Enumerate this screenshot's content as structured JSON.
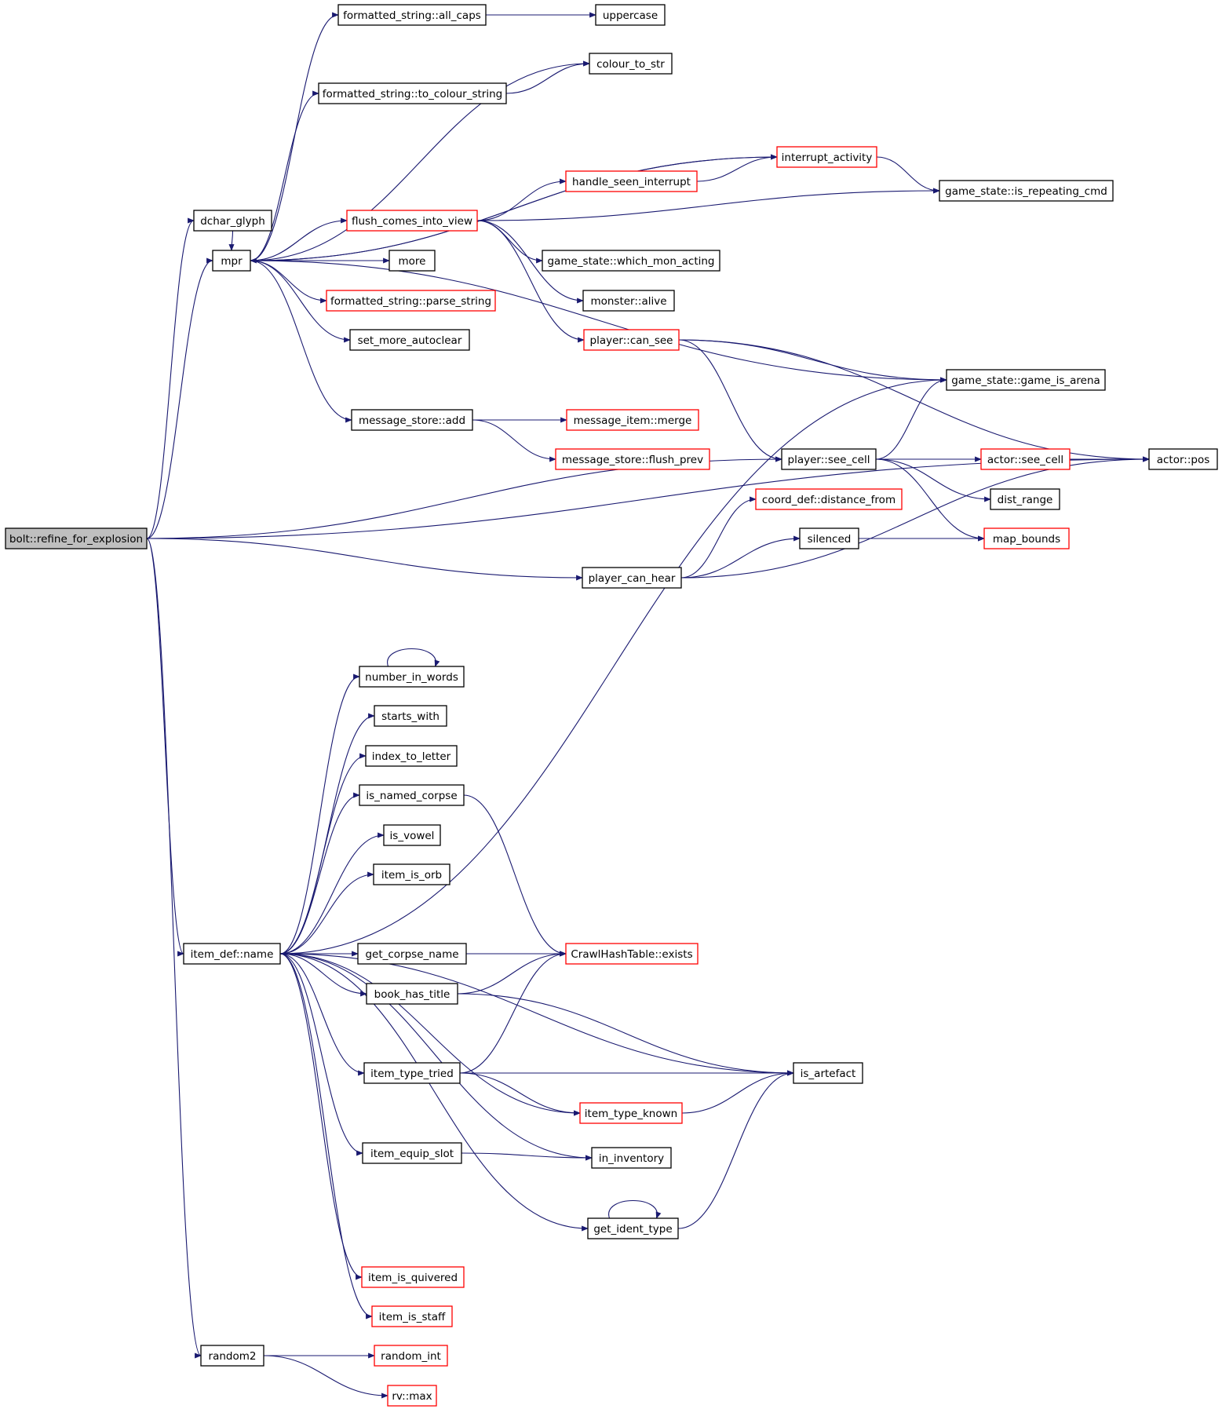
{
  "nodes": [
    {
      "id": "bolt",
      "label": "bolt::refine_for_explosion",
      "root": true
    },
    {
      "id": "dchar_glyph",
      "label": "dchar_glyph"
    },
    {
      "id": "mpr",
      "label": "mpr"
    },
    {
      "id": "all_caps",
      "label": "formatted_string::all_caps"
    },
    {
      "id": "uppercase",
      "label": "uppercase"
    },
    {
      "id": "colour_to_str",
      "label": "colour_to_str"
    },
    {
      "id": "to_colour_string",
      "label": "formatted_string::to_colour_string"
    },
    {
      "id": "interrupt_activity",
      "label": "interrupt_activity",
      "red": true
    },
    {
      "id": "handle_seen_interrupt",
      "label": "handle_seen_interrupt",
      "red": true
    },
    {
      "id": "is_repeating_cmd",
      "label": "game_state::is_repeating_cmd"
    },
    {
      "id": "flush_comes_into_view",
      "label": "flush_comes_into_view",
      "red": true
    },
    {
      "id": "more",
      "label": "more"
    },
    {
      "id": "which_mon_acting",
      "label": "game_state::which_mon_acting"
    },
    {
      "id": "parse_string",
      "label": "formatted_string::parse_string",
      "red": true
    },
    {
      "id": "monster_alive",
      "label": "monster::alive"
    },
    {
      "id": "set_more_autoclear",
      "label": "set_more_autoclear"
    },
    {
      "id": "player_can_see",
      "label": "player::can_see",
      "red": true
    },
    {
      "id": "game_is_arena",
      "label": "game_state::game_is_arena"
    },
    {
      "id": "message_store_add",
      "label": "message_store::add"
    },
    {
      "id": "message_item_merge",
      "label": "message_item::merge",
      "red": true
    },
    {
      "id": "flush_prev",
      "label": "message_store::flush_prev",
      "red": true
    },
    {
      "id": "player_see_cell",
      "label": "player::see_cell"
    },
    {
      "id": "actor_see_cell",
      "label": "actor::see_cell",
      "red": true
    },
    {
      "id": "actor_pos",
      "label": "actor::pos"
    },
    {
      "id": "distance_from",
      "label": "coord_def::distance_from",
      "red": true
    },
    {
      "id": "dist_range",
      "label": "dist_range"
    },
    {
      "id": "silenced",
      "label": "silenced"
    },
    {
      "id": "map_bounds",
      "label": "map_bounds",
      "red": true
    },
    {
      "id": "player_can_hear",
      "label": "player_can_hear"
    },
    {
      "id": "number_in_words",
      "label": "number_in_words"
    },
    {
      "id": "starts_with",
      "label": "starts_with"
    },
    {
      "id": "index_to_letter",
      "label": "index_to_letter"
    },
    {
      "id": "is_named_corpse",
      "label": "is_named_corpse"
    },
    {
      "id": "is_vowel",
      "label": "is_vowel"
    },
    {
      "id": "item_is_orb",
      "label": "item_is_orb"
    },
    {
      "id": "item_def_name",
      "label": "item_def::name"
    },
    {
      "id": "get_corpse_name",
      "label": "get_corpse_name"
    },
    {
      "id": "hash_exists",
      "label": "CrawlHashTable::exists",
      "red": true
    },
    {
      "id": "book_has_title",
      "label": "book_has_title"
    },
    {
      "id": "item_type_tried",
      "label": "item_type_tried"
    },
    {
      "id": "is_artefact",
      "label": "is_artefact"
    },
    {
      "id": "item_type_known",
      "label": "item_type_known",
      "red": true
    },
    {
      "id": "item_equip_slot",
      "label": "item_equip_slot"
    },
    {
      "id": "in_inventory",
      "label": "in_inventory"
    },
    {
      "id": "get_ident_type",
      "label": "get_ident_type"
    },
    {
      "id": "item_is_quivered",
      "label": "item_is_quivered",
      "red": true
    },
    {
      "id": "item_is_staff",
      "label": "item_is_staff",
      "red": true
    },
    {
      "id": "random2",
      "label": "random2"
    },
    {
      "id": "random_int",
      "label": "random_int",
      "red": true
    },
    {
      "id": "rv_max",
      "label": "rv::max",
      "red": true
    }
  ],
  "edges": [
    [
      "bolt",
      "dchar_glyph"
    ],
    [
      "bolt",
      "mpr"
    ],
    [
      "bolt",
      "item_def_name"
    ],
    [
      "bolt",
      "random2"
    ],
    [
      "bolt",
      "player_see_cell"
    ],
    [
      "bolt",
      "player_can_hear"
    ],
    [
      "bolt",
      "actor_pos"
    ],
    [
      "dchar_glyph",
      "mpr"
    ],
    [
      "mpr",
      "all_caps"
    ],
    [
      "mpr",
      "colour_to_str"
    ],
    [
      "mpr",
      "to_colour_string"
    ],
    [
      "mpr",
      "interrupt_activity"
    ],
    [
      "mpr",
      "flush_comes_into_view"
    ],
    [
      "mpr",
      "more"
    ],
    [
      "mpr",
      "parse_string"
    ],
    [
      "mpr",
      "set_more_autoclear"
    ],
    [
      "mpr",
      "message_store_add"
    ],
    [
      "mpr",
      "game_is_arena"
    ],
    [
      "all_caps",
      "uppercase"
    ],
    [
      "to_colour_string",
      "colour_to_str"
    ],
    [
      "interrupt_activity",
      "mpr"
    ],
    [
      "interrupt_activity",
      "is_repeating_cmd"
    ],
    [
      "flush_comes_into_view",
      "handle_seen_interrupt"
    ],
    [
      "flush_comes_into_view",
      "is_repeating_cmd"
    ],
    [
      "flush_comes_into_view",
      "which_mon_acting"
    ],
    [
      "flush_comes_into_view",
      "monster_alive"
    ],
    [
      "flush_comes_into_view",
      "player_can_see"
    ],
    [
      "handle_seen_interrupt",
      "interrupt_activity"
    ],
    [
      "player_can_see",
      "game_is_arena"
    ],
    [
      "player_can_see",
      "player_see_cell"
    ],
    [
      "player_can_see",
      "actor_pos"
    ],
    [
      "message_store_add",
      "message_item_merge"
    ],
    [
      "message_store_add",
      "flush_prev"
    ],
    [
      "player_see_cell",
      "game_is_arena"
    ],
    [
      "player_see_cell",
      "actor_see_cell"
    ],
    [
      "player_see_cell",
      "actor_pos"
    ],
    [
      "player_see_cell",
      "dist_range"
    ],
    [
      "player_see_cell",
      "map_bounds"
    ],
    [
      "actor_see_cell",
      "actor_pos"
    ],
    [
      "player_can_hear",
      "distance_from"
    ],
    [
      "player_can_hear",
      "silenced"
    ],
    [
      "player_can_hear",
      "actor_pos"
    ],
    [
      "silenced",
      "map_bounds"
    ],
    [
      "item_def_name",
      "game_is_arena"
    ],
    [
      "item_def_name",
      "number_in_words"
    ],
    [
      "item_def_name",
      "starts_with"
    ],
    [
      "item_def_name",
      "index_to_letter"
    ],
    [
      "item_def_name",
      "is_named_corpse"
    ],
    [
      "item_def_name",
      "is_vowel"
    ],
    [
      "item_def_name",
      "item_is_orb"
    ],
    [
      "item_def_name",
      "hash_exists"
    ],
    [
      "item_def_name",
      "get_corpse_name"
    ],
    [
      "item_def_name",
      "book_has_title"
    ],
    [
      "item_def_name",
      "is_artefact"
    ],
    [
      "item_def_name",
      "item_type_tried"
    ],
    [
      "item_def_name",
      "item_type_known"
    ],
    [
      "item_def_name",
      "item_equip_slot"
    ],
    [
      "item_def_name",
      "in_inventory"
    ],
    [
      "item_def_name",
      "get_ident_type"
    ],
    [
      "item_def_name",
      "item_is_quivered"
    ],
    [
      "item_def_name",
      "item_is_staff"
    ],
    [
      "number_in_words",
      "number_in_words"
    ],
    [
      "is_named_corpse",
      "hash_exists"
    ],
    [
      "get_corpse_name",
      "hash_exists"
    ],
    [
      "book_has_title",
      "hash_exists"
    ],
    [
      "book_has_title",
      "is_artefact"
    ],
    [
      "item_type_tried",
      "hash_exists"
    ],
    [
      "item_type_tried",
      "is_artefact"
    ],
    [
      "item_type_tried",
      "item_type_known"
    ],
    [
      "item_type_known",
      "is_artefact"
    ],
    [
      "item_equip_slot",
      "in_inventory"
    ],
    [
      "get_ident_type",
      "get_ident_type"
    ],
    [
      "get_ident_type",
      "is_artefact"
    ],
    [
      "random2",
      "random_int"
    ],
    [
      "random2",
      "rv_max"
    ]
  ],
  "colors": {
    "edge": "#191970",
    "box": "#000000",
    "red_box": "#ff0000",
    "root_fill": "#bfbfbf"
  }
}
